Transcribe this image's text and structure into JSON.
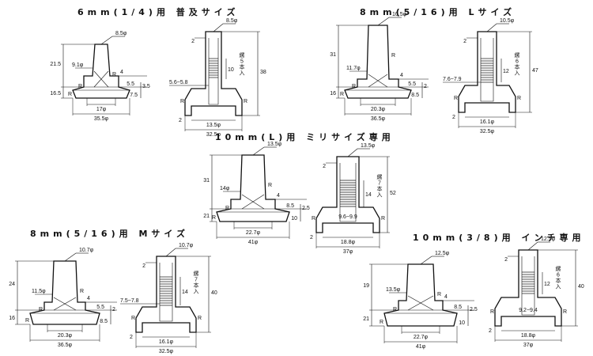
{
  "headings": {
    "s1": "6mm(1/4)用 普及サイズ",
    "s2": "8mm(5/16)用 Lサイズ",
    "s3": "10mm(L)用 ミリサイズ専用",
    "s4": "8mm(5/16)用 Mサイズ",
    "s5": "10mm(3/8)用 インチ専用"
  },
  "s1": {
    "top": "8.5φ",
    "h_upper": "21.5",
    "h_lower": "16.5",
    "neck": "9.1φ",
    "flange_h": "4",
    "step": "5.5",
    "side": "3.5",
    "base_h": "7.5",
    "inner": "17φ",
    "outer": "35.5φ",
    "r": "R",
    "sec_top": "8.5φ",
    "sec_gap": "2",
    "bore": "5.6~5.8",
    "thread": "10",
    "thread_note": "縲5本入",
    "total": "38",
    "sec_inner": "13.5φ",
    "sec_bottom": "2",
    "sec_outer": "32.5φ"
  },
  "s2": {
    "top": "10.5φ",
    "h_upper": "31",
    "h_lower": "16",
    "neck": "11.7φ",
    "flange_h": "4",
    "step": "5.5",
    "side": "2",
    "base_h": "8.5",
    "inner": "20.3φ",
    "outer": "36.5φ",
    "r": "R",
    "sec_top": "10.5φ",
    "sec_gap": "2",
    "bore": "7.6~7.9",
    "thread": "12",
    "thread_note": "縲6本入",
    "total": "47",
    "sec_bottom": "2",
    "sec_inner": "16.1φ",
    "sec_outer": "32.5φ"
  },
  "s3": {
    "top": "13.5φ",
    "h_upper": "31",
    "h_lower": "21",
    "neck": "14φ",
    "flange_h": "4",
    "step": "8.5",
    "side": "2.5",
    "base_h": "10",
    "inner": "22.7φ",
    "outer": "41φ",
    "r": "R",
    "sec_top": "13.5φ",
    "sec_gap": "2",
    "thread": "14",
    "thread_note": "縲7本入",
    "total": "52",
    "bore": "9.6~9.9",
    "sec_bottom": "2",
    "sec_inner": "18.8φ",
    "sec_outer": "37φ"
  },
  "s4": {
    "top": "10.7φ",
    "h_upper": "24",
    "h_lower": "16",
    "neck": "11.5φ",
    "flange_h": "4",
    "step": "5.5",
    "side": "2",
    "base_h": "8.5",
    "inner": "20.3φ",
    "outer": "36.5φ",
    "r": "R",
    "sec_top": "10.7φ",
    "sec_gap": "2",
    "bore": "7.5~7.8",
    "thread": "14",
    "thread_note": "縲7本入",
    "total": "40",
    "sec_bottom": "2",
    "sec_inner": "16.1φ",
    "sec_outer": "32.5φ"
  },
  "s5": {
    "top": "12.5φ",
    "h_upper": "19",
    "h_lower": "21",
    "neck": "13.5φ",
    "flange_h": "4",
    "step": "8.5",
    "side": "2.5",
    "base_h": "10",
    "inner": "22.7φ",
    "outer": "41φ",
    "r": "R",
    "sec_top": "12.5φ",
    "sec_gap": "2",
    "thread": "12",
    "thread_note": "縲6本入",
    "total": "40",
    "bore": "9.2~9.4",
    "sec_bottom": "2",
    "sec_inner": "18.8φ",
    "sec_outer": "37φ"
  }
}
